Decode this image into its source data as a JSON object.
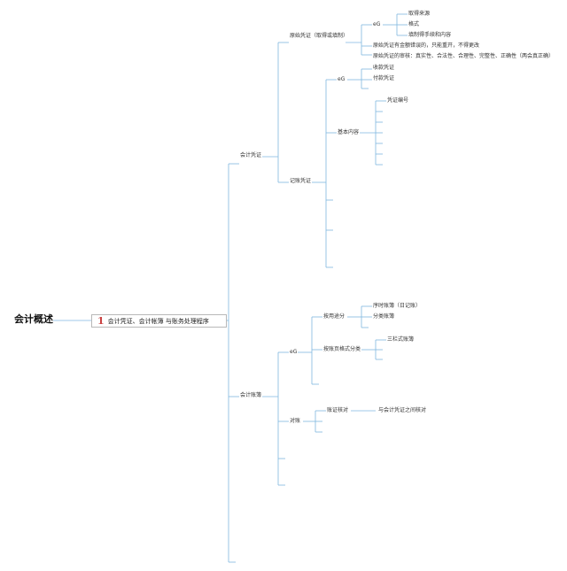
{
  "root": "会计概述",
  "chapter": {
    "number": "1",
    "title": "会计凭证、会计帐簿 与账务处理程序"
  },
  "n": {
    "voucher": "会计凭证",
    "original": "原始凭证（取得或填制）",
    "orig_eg": "eG",
    "orig_1": "取得来源",
    "orig_2": "格式",
    "orig_3": "填制得手续和内容",
    "orig_error": "原始凭证有金额错误的，只能重开，不得更改",
    "orig_audit": "原始凭证的审核：真实性、合法性、合理性、完整性、正确性（两会真正确）",
    "record": "记账凭证",
    "rec_eg": "eG",
    "rec_1": "收款凭证",
    "rec_2": "付款凭证",
    "basic": "基本内容",
    "basic_1": "凭证编号",
    "books": "会计账簿",
    "books_eg": "eG",
    "by_use": "按用途分",
    "use_1": "序时账簿（日记账）",
    "use_2": "分类账簿",
    "by_format": "按账页格式分类",
    "fmt_1": "三栏式账簿",
    "check": "对账",
    "acct_check": "账证核对",
    "acct_check_1": "与会计凭证之间核对"
  }
}
